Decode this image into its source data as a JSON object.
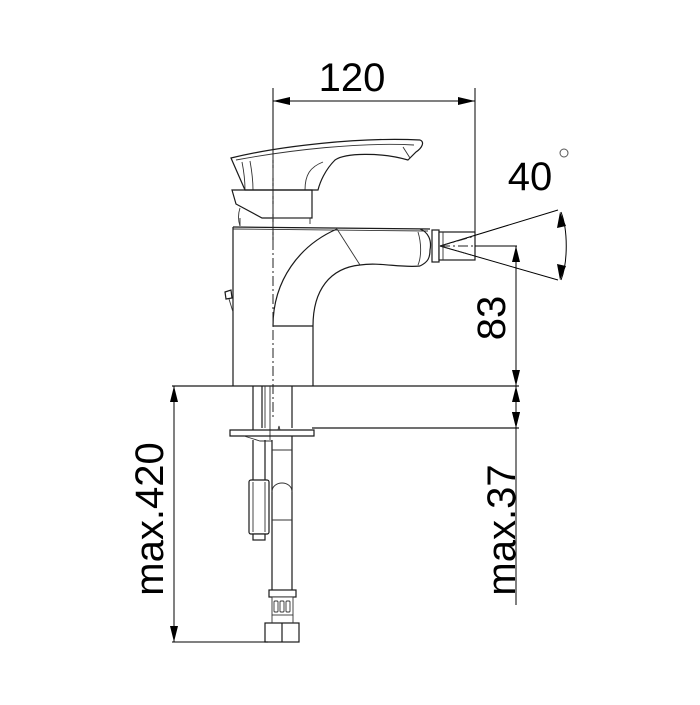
{
  "drawing": {
    "subject": "bidet mixer tap",
    "units": "mm",
    "stroke_color": "#000000",
    "background_color": "#ffffff"
  },
  "dimensions": {
    "projection": {
      "value": "120",
      "label": "120"
    },
    "swivel_angle": {
      "value": "40",
      "label": "40",
      "unit_symbol": "°"
    },
    "spout_height": {
      "value": "83",
      "label": "83"
    },
    "hose_length": {
      "value": "max.420",
      "label": "max.420"
    },
    "deck_thickness": {
      "value": "max.37",
      "label": "max.37"
    }
  }
}
